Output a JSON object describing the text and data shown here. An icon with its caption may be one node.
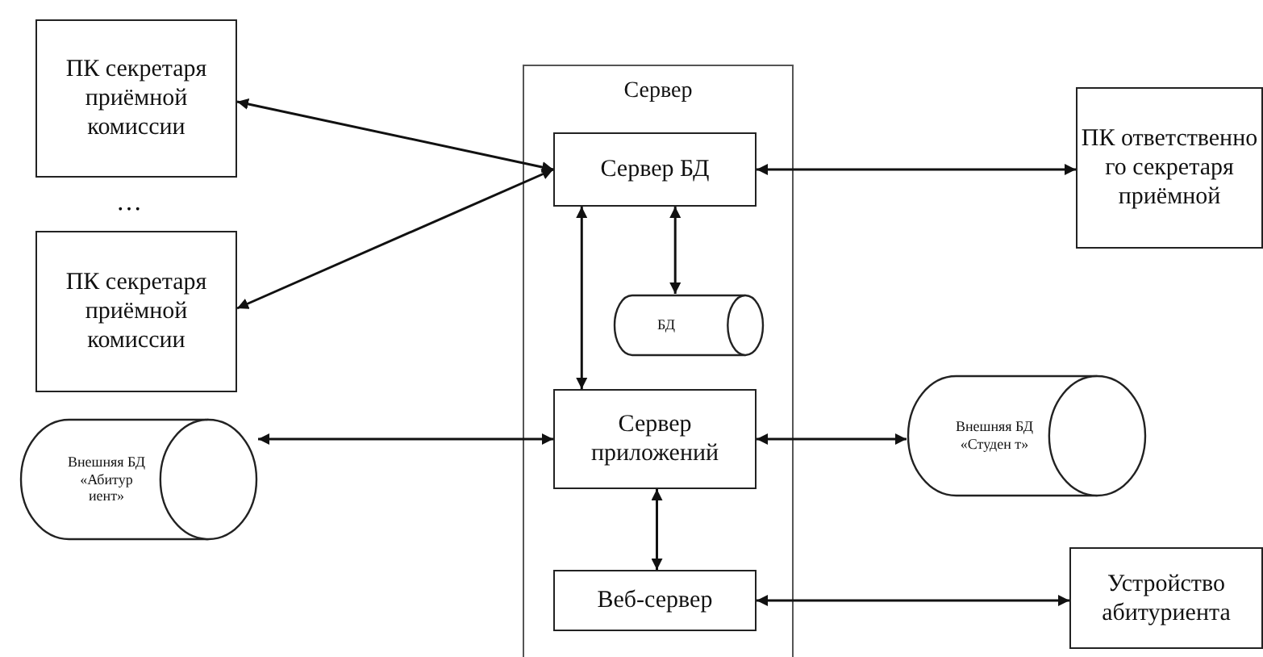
{
  "diagram": {
    "nodes": [
      {
        "text": [
          "ПК секретаря приёмной комиссии"
        ]
      },
      {
        "text": [
          "ПК секретаря приёмной комиссии"
        ]
      },
      {
        "text": [
          "Внешняя БД «Абитур иент»"
        ]
      },
      {
        "text": [
          "Сервер"
        ]
      },
      {
        "text": [
          "Сервер БД"
        ],
        "in": 3
      },
      {
        "text": [
          "БД"
        ],
        "in": 3
      },
      {
        "text": [
          "Сервер приложений"
        ],
        "in": 3
      },
      {
        "text": [
          "Веб-сервер"
        ],
        "in": 3
      },
      {
        "text": [
          "ПК ответственно го секретаря приёмной"
        ]
      },
      {
        "text": [
          "Внешняя БД «Студен т»"
        ]
      },
      {
        "text": [
          "Устройство абитуриента"
        ]
      }
    ],
    "edges": [
      {
        "from": 4,
        "to": 0,
        "arrow": "both"
      },
      {
        "from": 4,
        "to": 1,
        "arrow": "both"
      },
      {
        "from": 4,
        "to": 8,
        "arrow": "both"
      },
      {
        "from": 4,
        "to": 5,
        "arrow": "both"
      },
      {
        "from": 4,
        "to": 6,
        "arrow": "both"
      },
      {
        "from": 6,
        "to": 2,
        "arrow": "both"
      },
      {
        "from": 6,
        "to": 9,
        "arrow": "both"
      },
      {
        "from": 6,
        "to": 7,
        "arrow": "both"
      },
      {
        "from": 7,
        "to": 10,
        "arrow": "both"
      }
    ],
    "labels": [
      "…"
    ]
  }
}
